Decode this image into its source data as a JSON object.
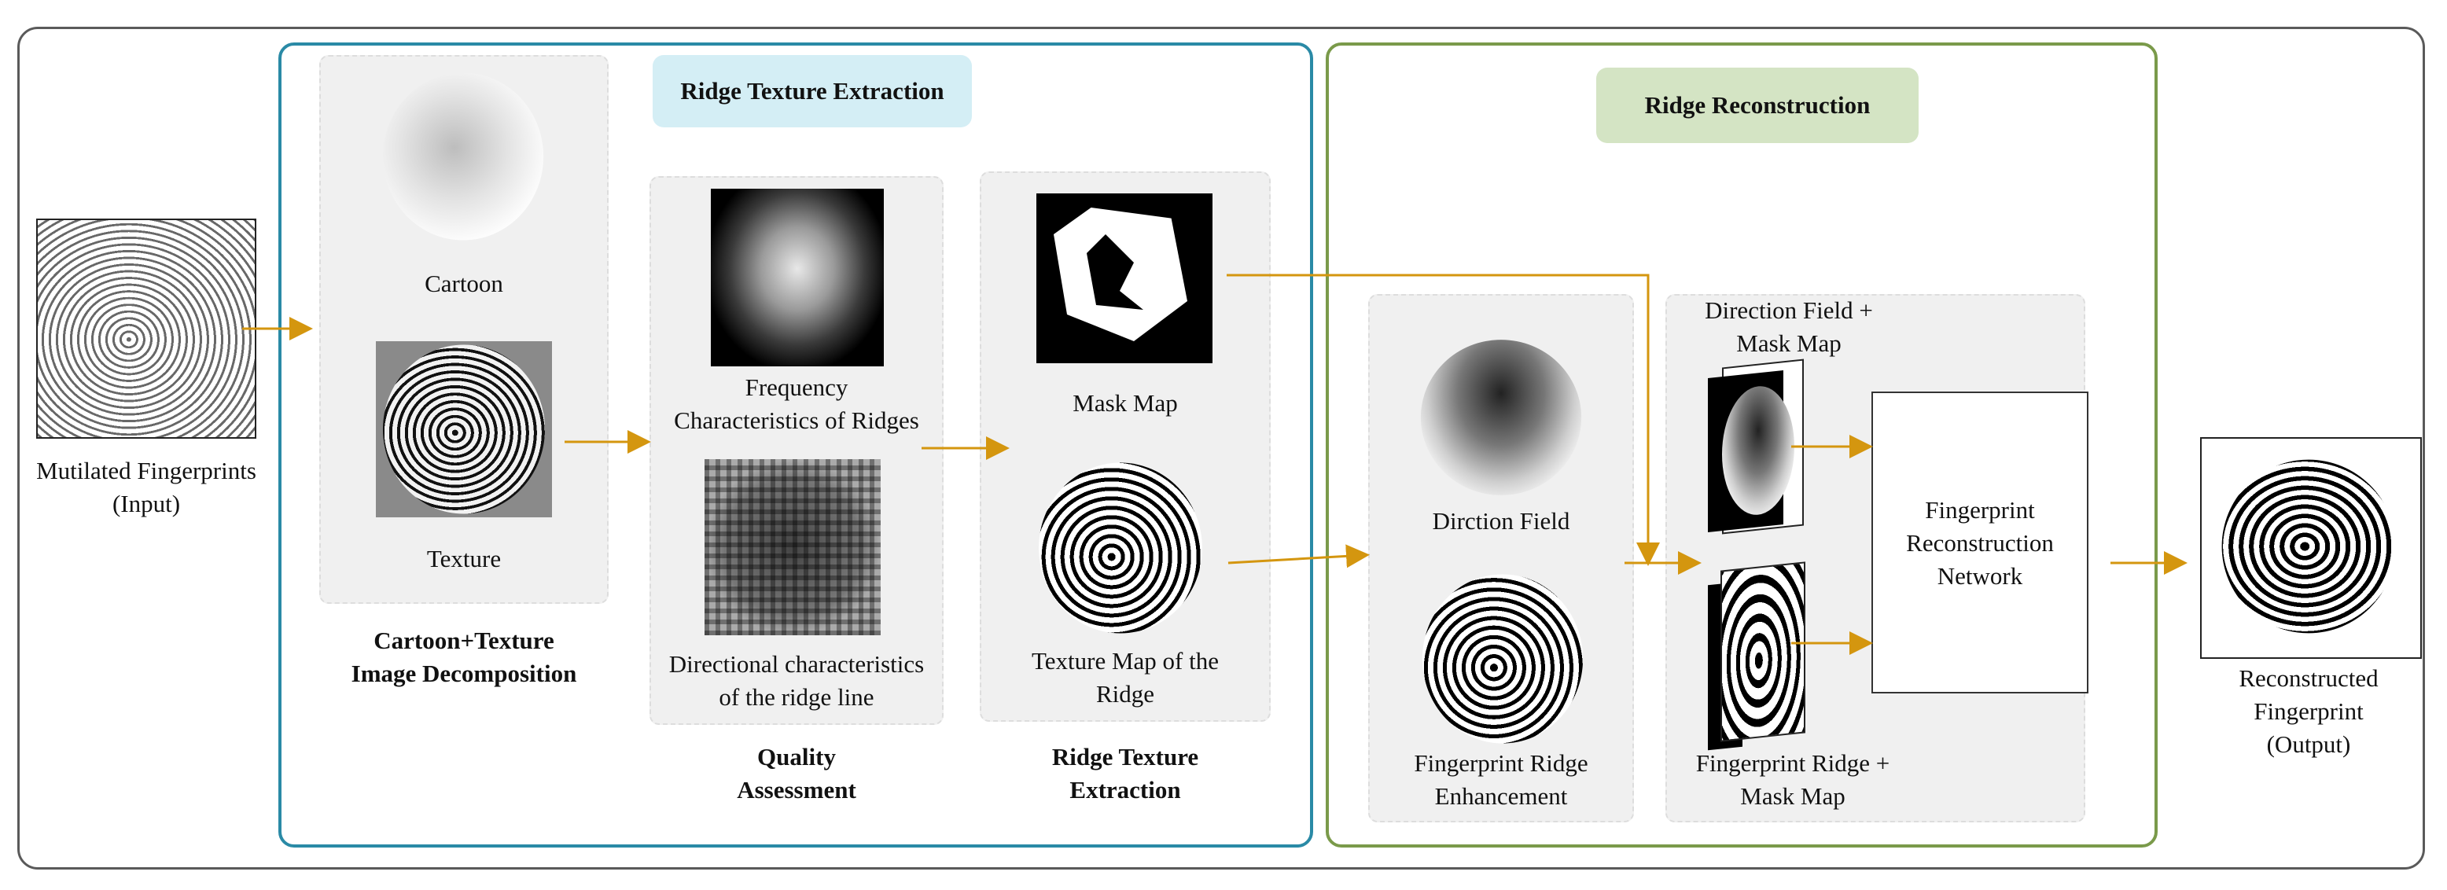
{
  "input": {
    "label": "Mutilated Fingerprints\n(Input)"
  },
  "decomposition": {
    "cartoon_label": "Cartoon",
    "texture_label": "Texture",
    "stage_label": "Cartoon+Texture\nImage Decomposition"
  },
  "extraction_stage": {
    "title": "Ridge Texture Extraction",
    "quality": {
      "frequency_label": "Frequency\nCharacteristics of Ridges",
      "directional_label": "Directional characteristics\nof the ridge line",
      "stage_label": "Quality\nAssessment"
    },
    "texture": {
      "mask_label": "Mask Map",
      "texture_map_label": "Texture Map of the\nRidge",
      "stage_label": "Ridge Texture\nExtraction"
    }
  },
  "reconstruction_stage": {
    "title": "Ridge Reconstruction",
    "direction_field_label": "Dirction Field",
    "enhancement_label": "Fingerprint Ridge\nEnhancement",
    "direction_mask_label": "Direction Field +\nMask Map",
    "ridge_mask_label": "Fingerprint Ridge +\nMask Map",
    "network_label": "Fingerprint\nReconstruction\nNetwork"
  },
  "output": {
    "label": "Reconstructed\nFingerprint\n(Output)"
  },
  "colors": {
    "arrow": "#d4960f",
    "blue_stage": "#2a8aa6",
    "green_stage": "#7a9a4a",
    "blue_pill": "#d4eef5",
    "green_pill": "#d4e4c4"
  }
}
